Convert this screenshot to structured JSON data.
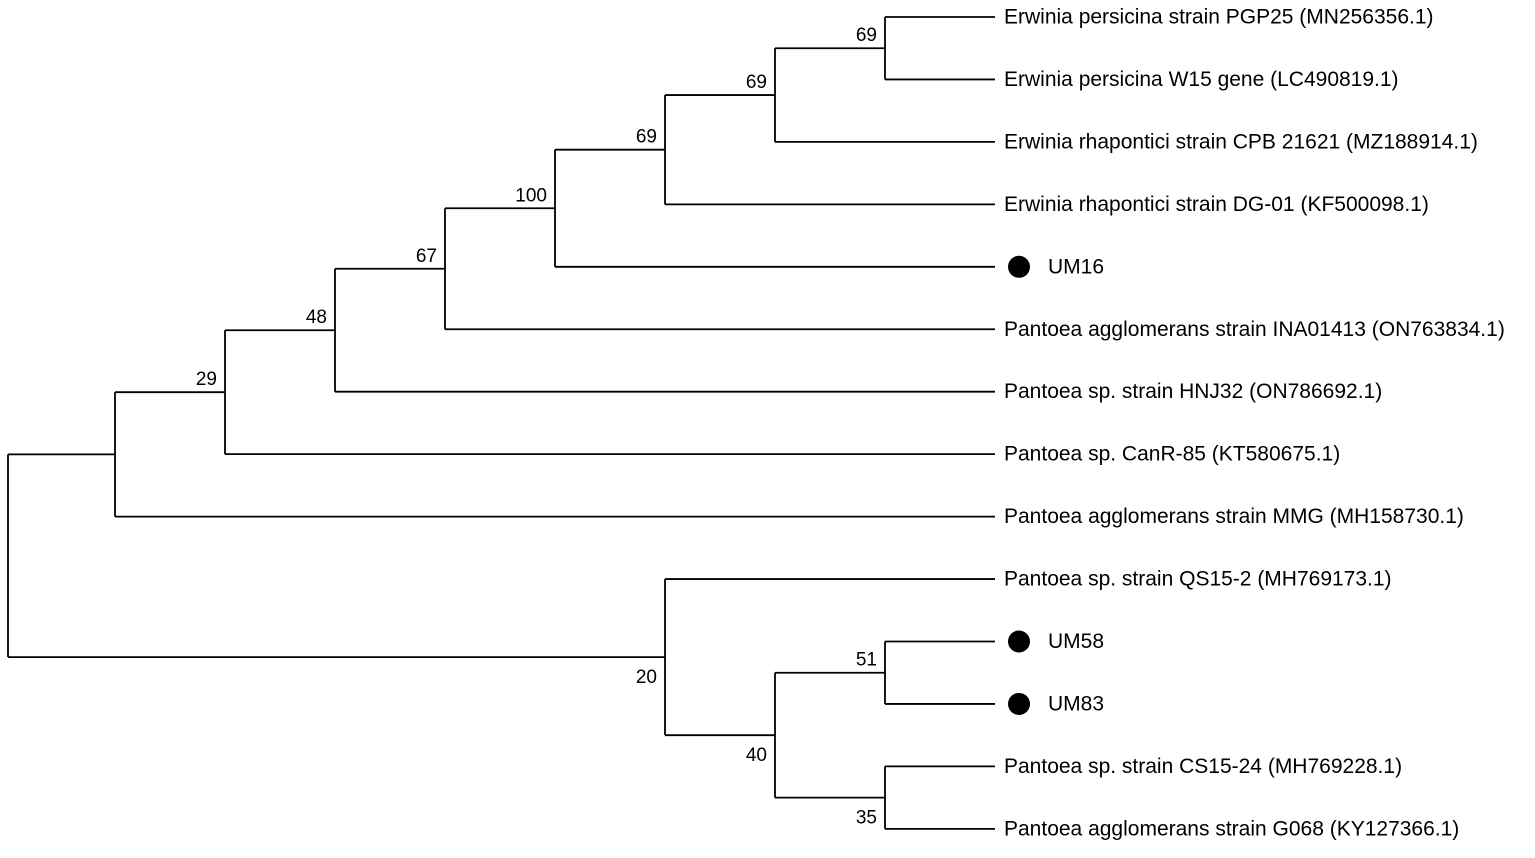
{
  "figure": {
    "type": "phylogenetic-tree-cladogram",
    "description": "Rectangular phylogenetic tree with bootstrap support values; tips aligned right; three isolate taxa flagged with filled circular markers",
    "colors": {
      "background": "#ffffff",
      "branch": "#000000",
      "text": "#000000",
      "marker": "#000000"
    },
    "marker_shape": "filled-circle"
  },
  "bootstrap_values_shown": [
    "69",
    "69",
    "69",
    "100",
    "67",
    "48",
    "29",
    "20",
    "51",
    "40",
    "35"
  ],
  "tree": {
    "name": "root",
    "children": [
      {
        "name": "clade-upper",
        "children": [
          {
            "name": "clade-29",
            "bootstrap": "29",
            "bootstrap_pos": "above",
            "children": [
              {
                "name": "clade-48",
                "bootstrap": "48",
                "bootstrap_pos": "above",
                "children": [
                  {
                    "name": "clade-67",
                    "bootstrap": "67",
                    "bootstrap_pos": "above",
                    "children": [
                      {
                        "name": "clade-100",
                        "bootstrap": "100",
                        "bootstrap_pos": "above",
                        "children": [
                          {
                            "name": "clade-69-outer",
                            "bootstrap": "69",
                            "bootstrap_pos": "above",
                            "children": [
                              {
                                "name": "clade-69-mid",
                                "bootstrap": "69",
                                "bootstrap_pos": "above",
                                "children": [
                                  {
                                    "name": "clade-69-inner",
                                    "bootstrap": "69",
                                    "bootstrap_pos": "above",
                                    "children": [
                                      {
                                        "name": "leaf-pgp25",
                                        "taxon": "Erwinia persicina strain PGP25 (MN256356.1)",
                                        "marker": false
                                      },
                                      {
                                        "name": "leaf-w15",
                                        "taxon": "Erwinia persicina W15 gene (LC490819.1)",
                                        "marker": false
                                      }
                                    ]
                                  },
                                  {
                                    "name": "leaf-cpb21621",
                                    "taxon": "Erwinia rhapontici strain CPB 21621 (MZ188914.1)",
                                    "marker": false
                                  }
                                ]
                              },
                              {
                                "name": "leaf-dg01",
                                "taxon": "Erwinia rhapontici strain DG-01 (KF500098.1)",
                                "marker": false
                              }
                            ]
                          },
                          {
                            "name": "leaf-um16",
                            "taxon": "UM16",
                            "marker": true
                          }
                        ]
                      },
                      {
                        "name": "leaf-ina01413",
                        "taxon": "Pantoea agglomerans strain INA01413 (ON763834.1)",
                        "marker": false
                      }
                    ]
                  },
                  {
                    "name": "leaf-hnj32",
                    "taxon": "Pantoea sp. strain HNJ32 (ON786692.1)",
                    "marker": false
                  }
                ]
              },
              {
                "name": "leaf-canr85",
                "taxon": "Pantoea sp. CanR-85 (KT580675.1)",
                "marker": false
              }
            ]
          },
          {
            "name": "leaf-mmg",
            "taxon": "Pantoea agglomerans strain MMG (MH158730.1)",
            "marker": false
          }
        ]
      },
      {
        "name": "clade-20",
        "bootstrap": "20",
        "bootstrap_pos": "below",
        "children": [
          {
            "name": "leaf-qs152",
            "taxon": "Pantoea sp. strain QS15-2 (MH769173.1)",
            "marker": false
          },
          {
            "name": "clade-40",
            "bootstrap": "40",
            "bootstrap_pos": "below",
            "children": [
              {
                "name": "clade-51",
                "bootstrap": "51",
                "bootstrap_pos": "above",
                "children": [
                  {
                    "name": "leaf-um58",
                    "taxon": "UM58",
                    "marker": true
                  },
                  {
                    "name": "leaf-um83",
                    "taxon": "UM83",
                    "marker": true
                  }
                ]
              },
              {
                "name": "clade-35",
                "bootstrap": "35",
                "bootstrap_pos": "below",
                "children": [
                  {
                    "name": "leaf-cs1524",
                    "taxon": "Pantoea sp. strain CS15-24 (MH769228.1)",
                    "marker": false
                  },
                  {
                    "name": "leaf-g068",
                    "taxon": "Pantoea agglomerans strain G068 (KY127366.1)",
                    "marker": false
                  }
                ]
              }
            ]
          }
        ]
      }
    ]
  }
}
